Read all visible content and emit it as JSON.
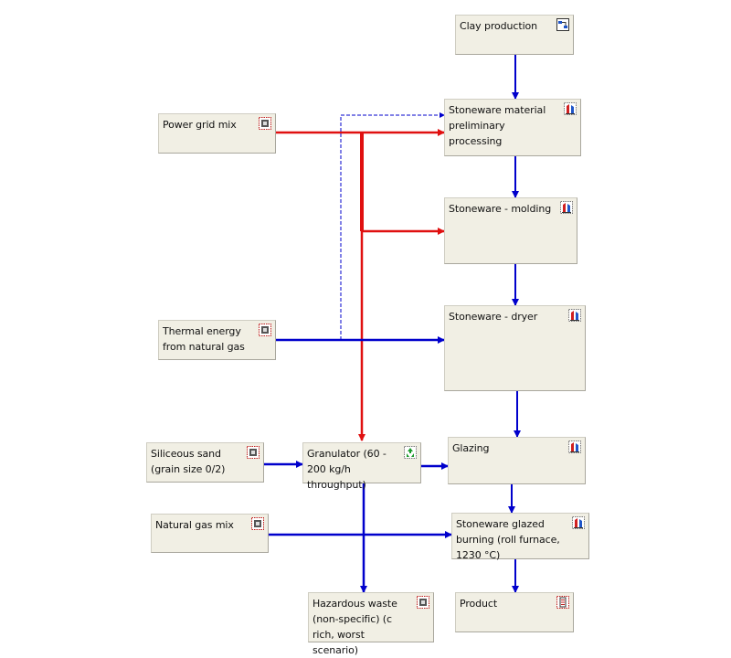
{
  "nodes": {
    "clay_production": {
      "label": "Clay production",
      "icon": "plan-icon"
    },
    "preliminary_processing": {
      "label": "Stoneware material preliminary processing",
      "icon": "unit-process-icon"
    },
    "power_grid_mix": {
      "label": "Power grid mix",
      "icon": "aggregated-process-icon"
    },
    "molding": {
      "label": "Stoneware - molding",
      "icon": "unit-process-icon"
    },
    "dryer": {
      "label": "Stoneware - dryer",
      "icon": "unit-process-icon"
    },
    "thermal_energy": {
      "label": "Thermal energy from natural gas",
      "icon": "aggregated-process-icon"
    },
    "siliceous_sand": {
      "label": "Siliceous sand (grain size 0/2)",
      "icon": "aggregated-process-icon"
    },
    "granulator": {
      "label": "Granulator (60 - 200 kg/h throughput)",
      "icon": "recycling-process-icon"
    },
    "glazing": {
      "label": "Glazing",
      "icon": "unit-process-icon"
    },
    "natural_gas_mix": {
      "label": "Natural gas mix",
      "icon": "aggregated-process-icon"
    },
    "glazed_burning": {
      "label": "Stoneware glazed burning (roll furnace, 1230 °C)",
      "icon": "unit-process-icon"
    },
    "hazardous_waste": {
      "label": "Hazardous waste (non-specific) (c rich, worst scenario)",
      "icon": "aggregated-process-icon"
    },
    "product": {
      "label": "Product",
      "icon": "product-icon"
    }
  },
  "colors": {
    "material_flow": "#0000cc",
    "energy_flow": "#e01010",
    "node_fill": "#f1efe4",
    "node_border": "#a9a79d"
  }
}
